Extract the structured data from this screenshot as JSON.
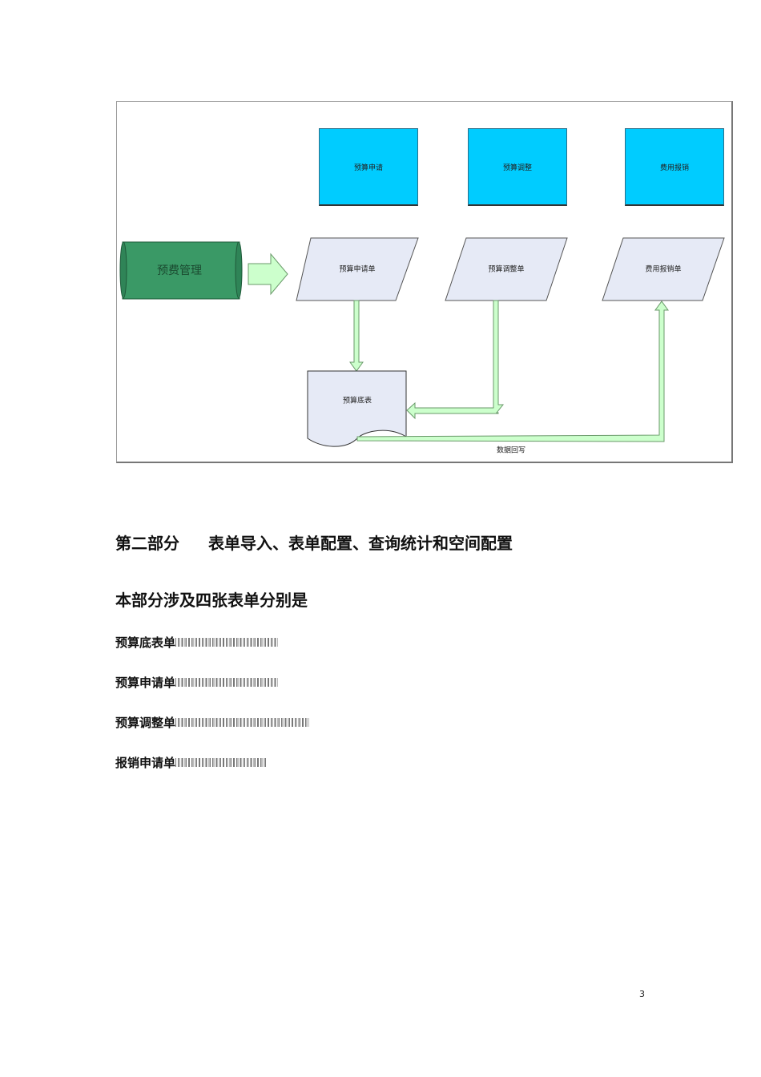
{
  "diagram": {
    "top_boxes": [
      "预算申请",
      "预算调整",
      "费用报销"
    ],
    "start": "预费管理",
    "forms": [
      "预算申请单",
      "预算调整单",
      "费用报销单"
    ],
    "base_table": "预算底表",
    "writeback_label": "数据回写",
    "colors": {
      "top_box": "#00ccff",
      "start": "#3a9966",
      "form": "#e6eaf6",
      "arrow": "#ccffcc"
    }
  },
  "section": {
    "title_part": "第二部分",
    "title_text": "表单导入、表单配置、查询统计和空间配置",
    "subtitle": "本部分涉及四张表单分别是",
    "items": [
      "预算底表单",
      "预算申请单",
      "预算调整单",
      "报销申请单"
    ]
  },
  "page_number": "3"
}
